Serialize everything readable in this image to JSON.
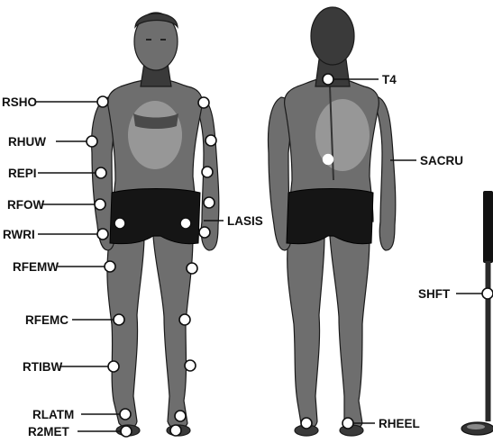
{
  "labels": {
    "rsho": "RSHO",
    "rhuw": "RHUW",
    "repi": "REPI",
    "rfow": "RFOW",
    "rwri": "RWRI",
    "lasis": "LASIS",
    "rfemw": "RFEMW",
    "rfemc": "RFEMC",
    "rtibw": "RTIBW",
    "rlatm": "RLATM",
    "r2met": "R2MET",
    "t4": "T4",
    "sacru": "SACRU",
    "shft": "SHFT",
    "rheel": "RHEEL"
  },
  "colors": {
    "marker_fill": "#ffffff",
    "marker_stroke": "#111111",
    "figure": "#6e6e6e",
    "shorts": "#151515"
  }
}
